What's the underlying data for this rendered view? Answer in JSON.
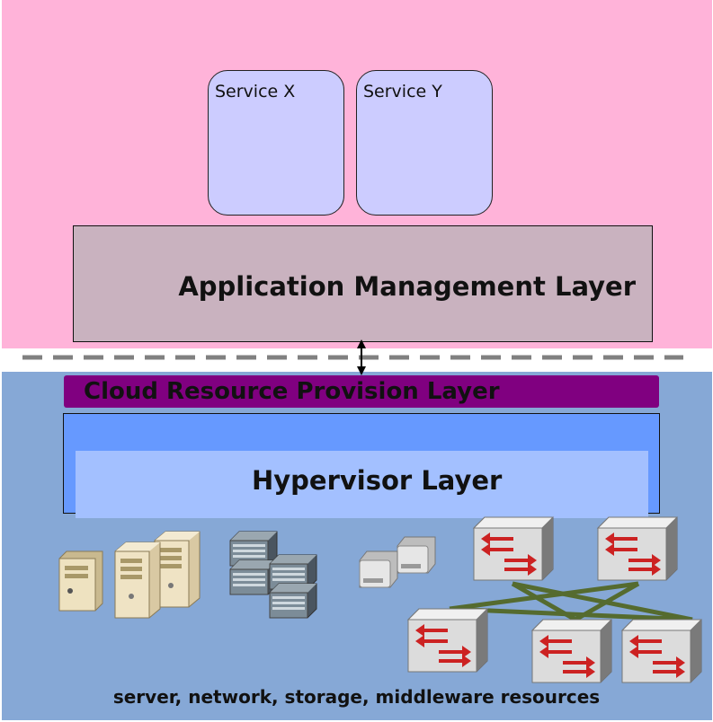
{
  "services": [
    {
      "label": "Service X"
    },
    {
      "label": "Service Y"
    }
  ],
  "layers": {
    "application": "Application Management Layer",
    "cloud": "Cloud Resource Provision Layer",
    "hypervisor": "Hypervisor Layer"
  },
  "caption": "server, network, storage, middleware resources",
  "colors": {
    "top_region": "#ffb3d9",
    "bottom_region": "#86a8d6",
    "service_box": "#ccccff",
    "application_layer": "#c9b2bf",
    "cloud_layer": "#800080",
    "hypervisor_outer": "#6699ff",
    "hypervisor_inner": "#a3c0ff",
    "link_line": "#556b2f",
    "switch_arrow": "#cc2222"
  },
  "icons": [
    "desktop-server-icon",
    "tower-server-icon",
    "rack-server-icon",
    "storage-drive-icon",
    "network-switch-icon"
  ]
}
